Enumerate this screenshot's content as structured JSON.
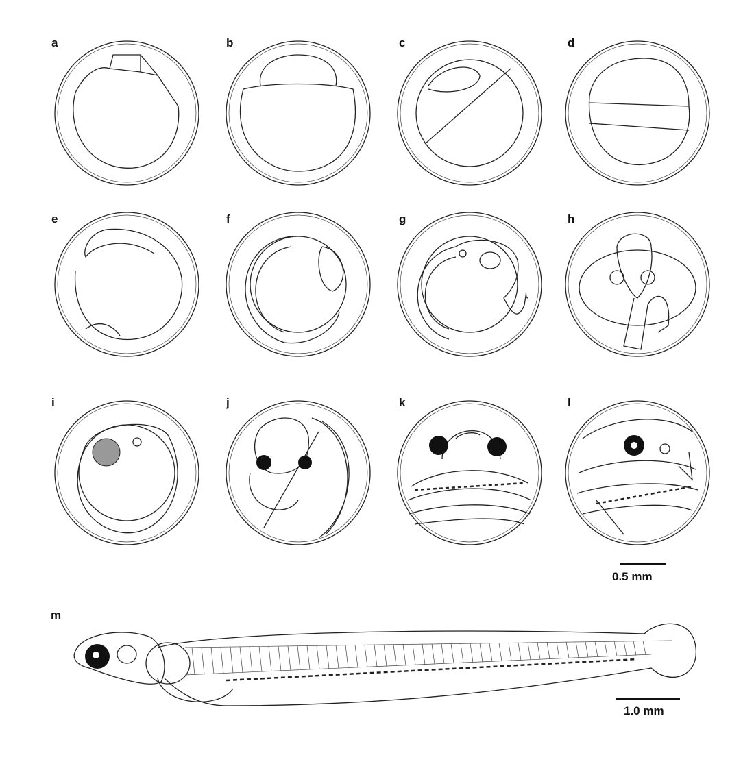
{
  "panels": [
    {
      "label": "a"
    },
    {
      "label": "b"
    },
    {
      "label": "c"
    },
    {
      "label": "d"
    },
    {
      "label": "e"
    },
    {
      "label": "f"
    },
    {
      "label": "g"
    },
    {
      "label": "h"
    },
    {
      "label": "i"
    },
    {
      "label": "j"
    },
    {
      "label": "k"
    },
    {
      "label": "l"
    },
    {
      "label": "m"
    }
  ],
  "scale_bars": {
    "embryo": "0.5 mm",
    "larva": "1.0 mm"
  }
}
